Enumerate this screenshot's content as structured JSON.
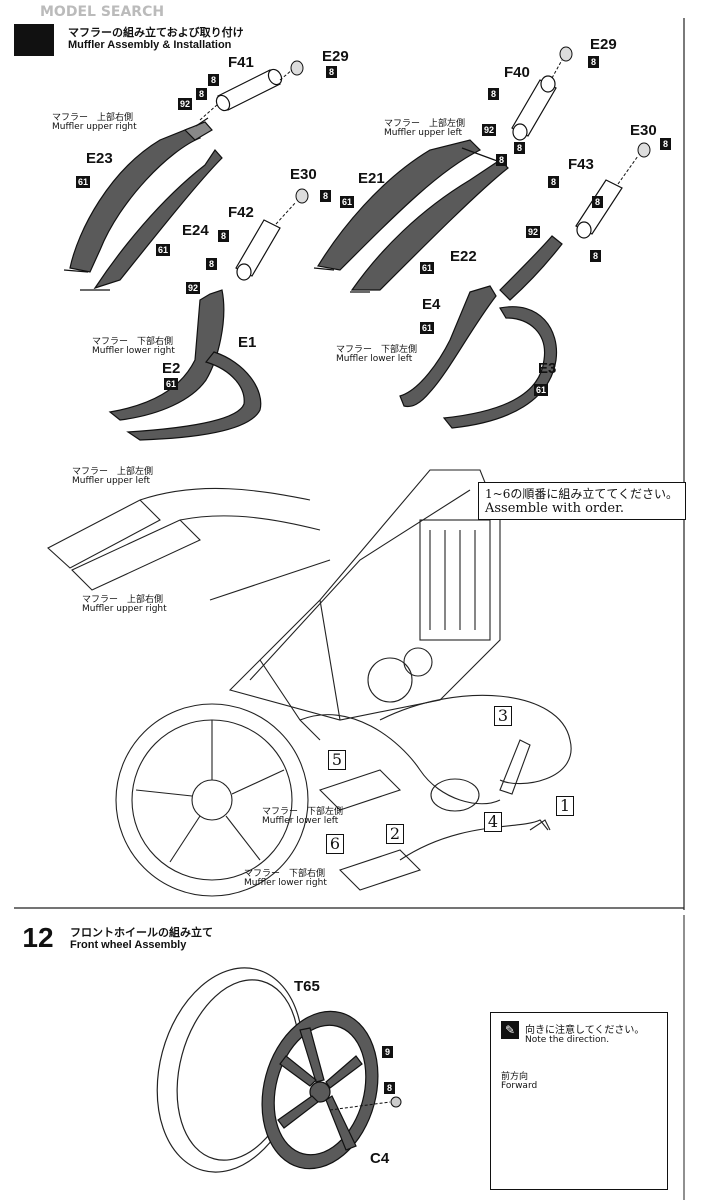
{
  "watermark": "MODEL SEARCH",
  "step11": {
    "title_jp": "マフラーの組み立ておよび取り付け",
    "title_en": "Muffler Assembly & Installation"
  },
  "labels": {
    "muffler_upper_right_jp": "マフラー　上部右側",
    "muffler_upper_right_en": "Muffler upper right",
    "muffler_upper_left_jp": "マフラー　上部左側",
    "muffler_upper_left_en": "Muffler upper left",
    "muffler_lower_right_jp": "マフラー　下部右側",
    "muffler_lower_right_en": "Muffler lower right",
    "muffler_lower_left_jp": "マフラー　下部左側",
    "muffler_lower_left_en": "Muffler lower left"
  },
  "parts": {
    "E29a": "E29",
    "E29b": "E29",
    "F41": "F41",
    "F40": "F40",
    "E30a": "E30",
    "E30b": "E30",
    "F42": "F42",
    "F43": "F43",
    "E23": "E23",
    "E24": "E24",
    "E21": "E21",
    "E22": "E22",
    "E1": "E1",
    "E2": "E2",
    "E3": "E3",
    "E4": "E4",
    "T65": "T65",
    "C4": "C4"
  },
  "paint_codes": {
    "c8": "8",
    "c92": "92",
    "c61": "61",
    "c9": "9"
  },
  "order_box": {
    "line_jp": "1~6の順番に組み立ててください。",
    "line_en": "Assemble with order."
  },
  "order_steps": [
    "1",
    "2",
    "3",
    "4",
    "5",
    "6"
  ],
  "step12": {
    "number": "12",
    "title_jp": "フロントホイールの組み立て",
    "title_en": "Front wheel Assembly"
  },
  "note": {
    "text_jp": "向きに注意してください。",
    "text_en": "Note the direction.",
    "forward_jp": "前方向",
    "forward_en": "Forward"
  }
}
